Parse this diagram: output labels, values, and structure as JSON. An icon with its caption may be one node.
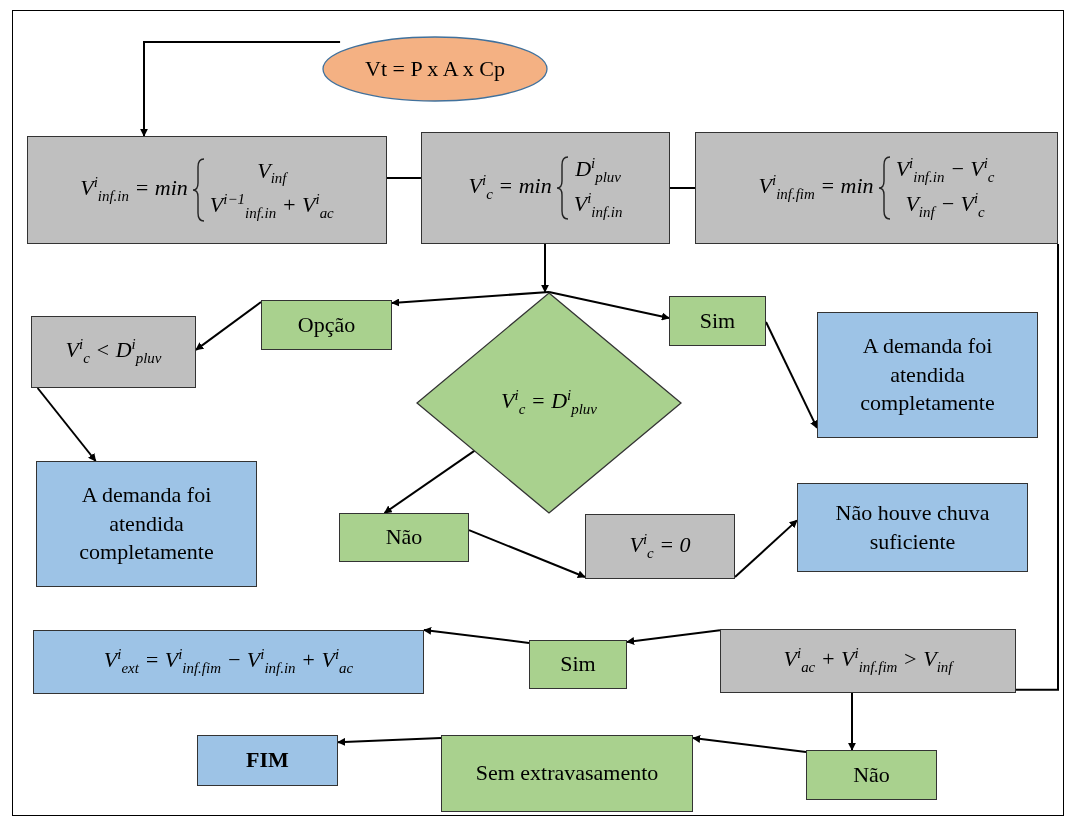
{
  "diagram": {
    "nodes": [
      {
        "text": [
          "Vt = P x A x Cp"
        ]
      },
      {
        "text": [
          "V$^{i}$$_{inf.in}$ = min",
          "V$_{inf}$",
          "V$^{i−1}$$_{inf.in}$ + V$^{i}$$_{ac}$"
        ]
      },
      {
        "text": [
          "V$^{i}$$_{c}$ = min",
          "D$^{i}$$_{pluv}$",
          "V$^{i}$$_{inf.in}$"
        ]
      },
      {
        "text": [
          "V$^{i}$$_{inf.fim}$ = min",
          "V$^{i}$$_{inf.in}$ − V$^{i}$$_{c}$",
          "V$_{inf}$ − V$^{i}$$_{c}$"
        ]
      },
      {
        "text": [
          "Opção"
        ]
      },
      {
        "text": [
          "V$^{i}$$_{c}$ = D$^{i}$$_{pluv}$"
        ]
      },
      {
        "text": [
          "Sim"
        ]
      },
      {
        "text": [
          "V$^{i}$$_{c}$ < D$^{i}$$_{pluv}$"
        ]
      },
      {
        "text": [
          "A demanda foi atendida completamente"
        ]
      },
      {
        "text": [
          "A demanda foi atendida completamente"
        ]
      },
      {
        "text": [
          "Não"
        ]
      },
      {
        "text": [
          "V$^{i}$$_{c}$ = 0"
        ]
      },
      {
        "text": [
          "Não houve chuva suficiente"
        ]
      },
      {
        "text": [
          "V$^{i}$$_{ext}$ = V$^{i}$$_{inf.fim}$ − V$^{i}$$_{inf.in}$ + V$^{i}$$_{ac}$"
        ]
      },
      {
        "text": [
          "Sim"
        ]
      },
      {
        "text": [
          "V$^{i}$$_{ac}$ + V$^{i}$$_{inf.fim}$ > V$_{inf}$"
        ]
      },
      {
        "text": [
          "FIM"
        ]
      },
      {
        "text": [
          "Sem extravasamento"
        ]
      },
      {
        "text": [
          "Não"
        ]
      }
    ],
    "edges": [
      {
        "from": 0,
        "to": 1,
        "arrow": "to"
      },
      {
        "from": 1,
        "to": 2,
        "arrow": "none"
      },
      {
        "from": 2,
        "to": 3,
        "arrow": "none"
      },
      {
        "from": 2,
        "to": 5,
        "arrow": "to"
      },
      {
        "from": 5,
        "to": 4,
        "arrow": "to"
      },
      {
        "from": 5,
        "to": 6,
        "arrow": "to"
      },
      {
        "from": 4,
        "to": 7,
        "arrow": "to"
      },
      {
        "from": 7,
        "to": 9,
        "arrow": "to"
      },
      {
        "from": 6,
        "to": 8,
        "arrow": "to"
      },
      {
        "from": 5,
        "to": 10,
        "arrow": "to"
      },
      {
        "from": 10,
        "to": 11,
        "arrow": "to"
      },
      {
        "from": 11,
        "to": 12,
        "arrow": "to"
      },
      {
        "from": 3,
        "to": 15,
        "arrow": "none"
      },
      {
        "from": 15,
        "to": 14,
        "arrow": "to"
      },
      {
        "from": 14,
        "to": 13,
        "arrow": "to"
      },
      {
        "from": 15,
        "to": 18,
        "arrow": "to"
      },
      {
        "from": 18,
        "to": 17,
        "arrow": "to"
      },
      {
        "from": 17,
        "to": 16,
        "arrow": "to"
      }
    ]
  }
}
